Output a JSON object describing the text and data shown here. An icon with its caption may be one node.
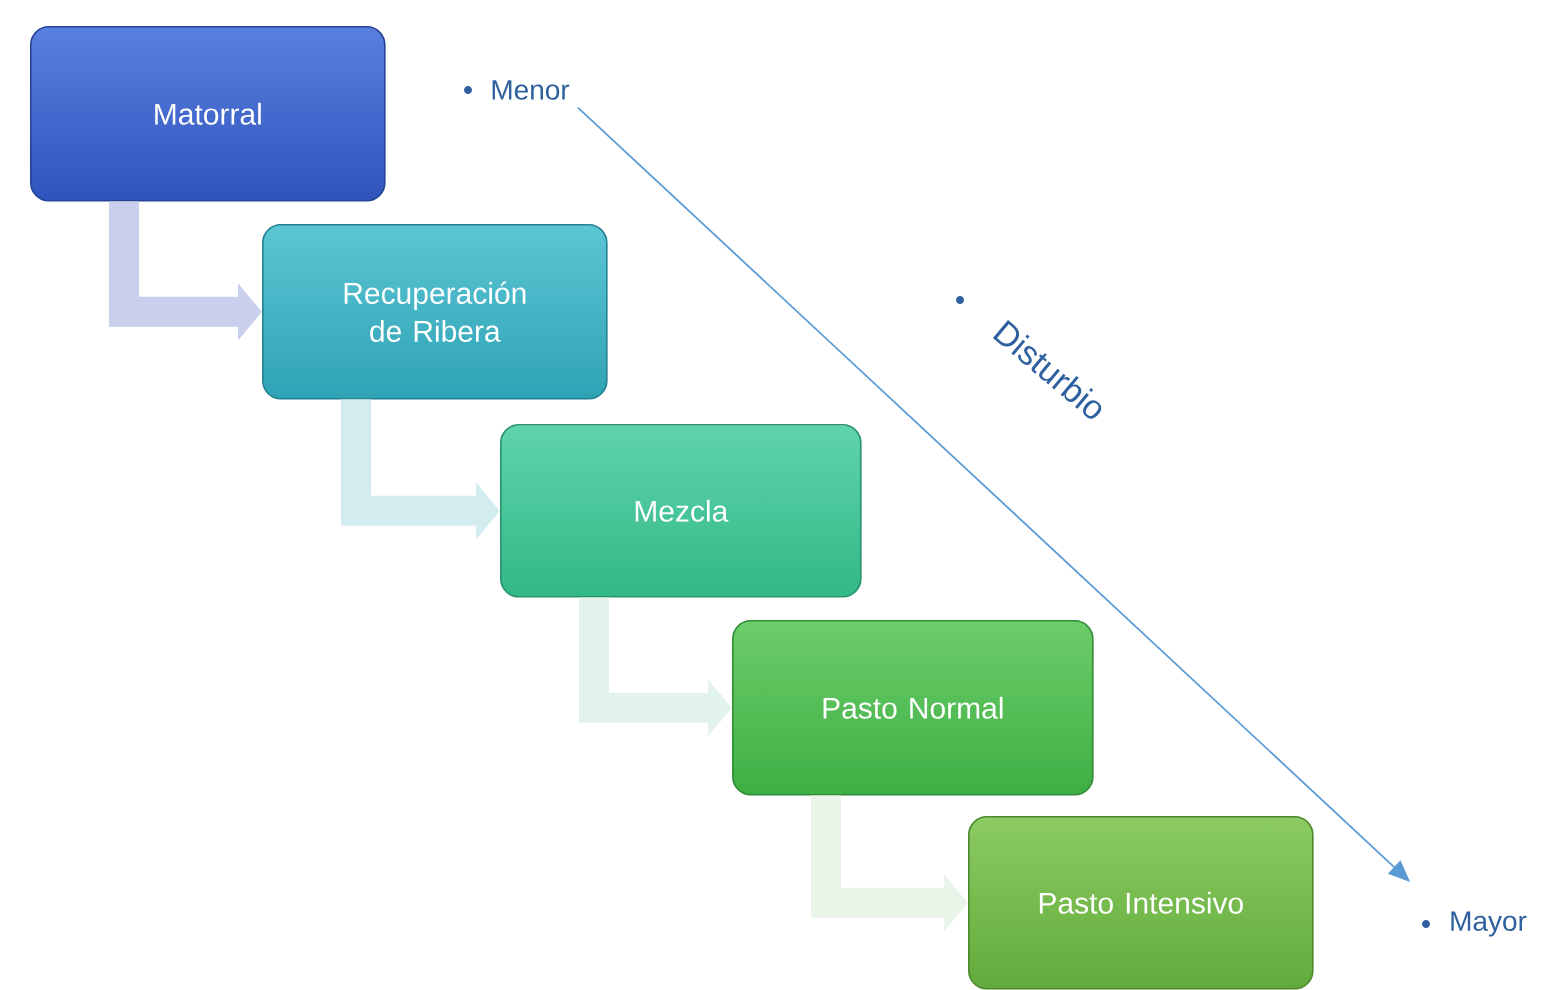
{
  "diagram": {
    "nodes": [
      {
        "text": [
          "Matorral"
        ]
      },
      {
        "text": [
          "Recuperación de Ribera"
        ]
      },
      {
        "text": [
          "Mezcla"
        ]
      },
      {
        "text": [
          "Pasto Normal"
        ]
      },
      {
        "text": [
          "Pasto Intensivo"
        ]
      },
      {
        "text": [
          "Menor"
        ]
      },
      {
        "text": [
          "Mayor"
        ]
      }
    ],
    "edges": [
      {
        "from": 0,
        "to": 1,
        "arrow": "to",
        "color": "#c9cfec"
      },
      {
        "from": 1,
        "to": 2,
        "arrow": "to",
        "color": "#d3ecef"
      },
      {
        "from": 2,
        "to": 3,
        "arrow": "to",
        "color": "#e1f3ea"
      },
      {
        "from": 3,
        "to": 4,
        "arrow": "to",
        "color": "#e9f5e9"
      },
      {
        "from": 5,
        "to": 6,
        "arrow": "to",
        "label": "Disturbio",
        "color": "#5b9bd5"
      }
    ]
  }
}
